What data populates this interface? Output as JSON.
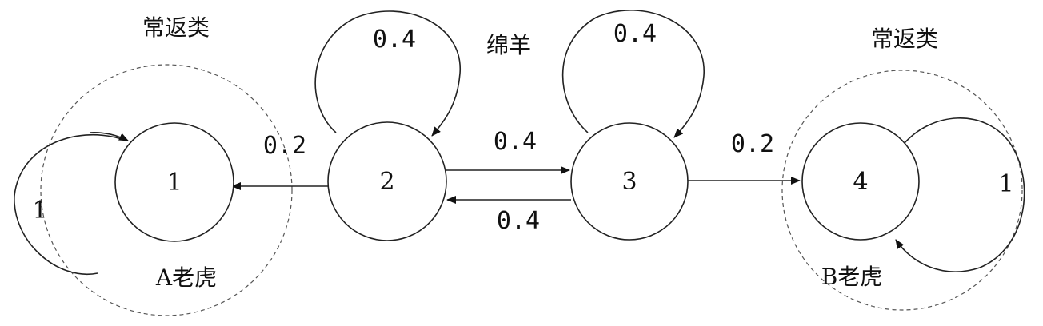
{
  "nodes": {
    "n1": "1",
    "n2": "2",
    "n3": "3",
    "n4": "4"
  },
  "edge_labels": {
    "self_loop_1": "1",
    "self_loop_2": "0.4",
    "self_loop_3": "0.4",
    "self_loop_4": "1",
    "e2_to_1": "0.2",
    "e2_to_3": "0.4",
    "e3_to_2": "0.4",
    "e3_to_4": "0.2"
  },
  "class_labels": {
    "recurrent_left": "常返类",
    "recurrent_right": "常返类",
    "transient_middle": "绵羊",
    "tiger_a": "A老虎",
    "tiger_b": "B老虎"
  }
}
